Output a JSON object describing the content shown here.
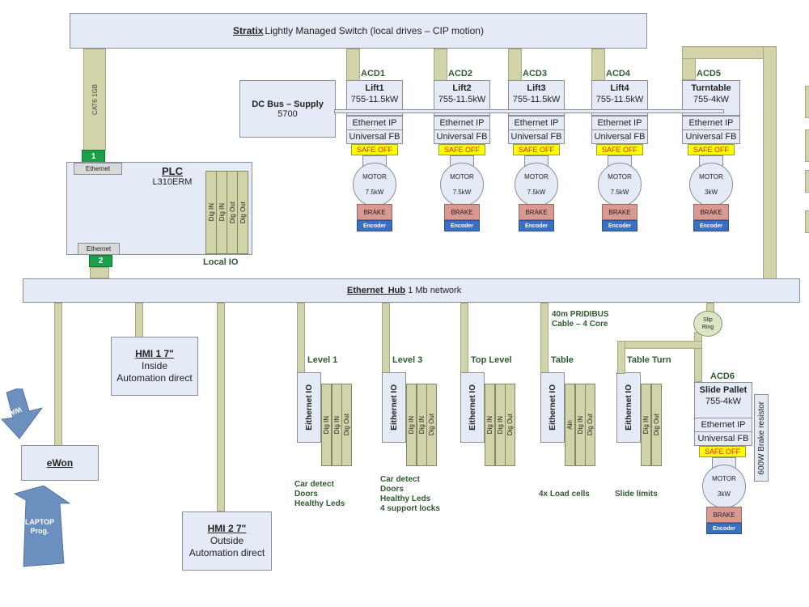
{
  "switch": {
    "name": "Stratix ",
    "desc": "Lightly Managed Switch (local drives – CIP motion)"
  },
  "cat6_label": "CAT6 1GB",
  "dc_bus": {
    "title": "DC Bus – Supply",
    "model": "5700"
  },
  "drives": [
    {
      "id": "ACD1",
      "name": "Lift1",
      "rating": "755-11.5kW",
      "motor": "7.5kW"
    },
    {
      "id": "ACD2",
      "name": "Lift2",
      "rating": "755-11.5kW",
      "motor": "7.5kW"
    },
    {
      "id": "ACD3",
      "name": "Lift3",
      "rating": "755-11.5kW",
      "motor": "7.5kW"
    },
    {
      "id": "ACD4",
      "name": "Lift4",
      "rating": "755-11.5kW",
      "motor": "7.5kW"
    },
    {
      "id": "ACD5",
      "name": "Turntable",
      "rating": "755-4kW",
      "motor": "3kW"
    }
  ],
  "drive_common": {
    "ethernet_ip": "Ethernet IP",
    "universal_fb": "Universal FB",
    "safe_off": "SAFE OFF",
    "motor": "MOTOR",
    "brake": "BRAKE",
    "encoder": "Encoder"
  },
  "acd6": {
    "id": "ACD6",
    "name": "Slide Pallet",
    "rating": "755-4kW",
    "motor": "3kW",
    "resistor": "600W Brake resistor"
  },
  "plc": {
    "title": "PLC",
    "model": "L310ERM",
    "port1": "1",
    "port2": "2",
    "ethernet": "Ethernet",
    "io_cards": [
      "Dig IN",
      "Dig IN",
      "Dig Out",
      "Dig Out"
    ],
    "local_io": "Local IO"
  },
  "hub": {
    "name": "Ethernet  Hub",
    "desc": " 1 Mb network"
  },
  "hmi1": {
    "title": "HMI 1 7\"",
    "location": "Inside",
    "vendor": "Automation direct"
  },
  "hmi2": {
    "title": "HMI 2 7\"",
    "location": "Outside",
    "vendor": "Automation direct"
  },
  "ewon": {
    "title": "eWon"
  },
  "arrows": {
    "wan": "WAN",
    "laptop_line1": "LAPTOP",
    "laptop_line2": "Prog."
  },
  "remote_io": [
    {
      "label": "Level 1",
      "adapter": "Eithernet IO",
      "cards": [
        "Dig IN",
        "Dig IN",
        "Dig Out"
      ],
      "notes": [
        "Car detect",
        "Doors",
        "Healthy Leds"
      ]
    },
    {
      "label": "Level 3",
      "adapter": "Eithernet IO",
      "cards": [
        "Dig IN",
        "Dig IN",
        "Dig Out"
      ],
      "notes": [
        "Car detect",
        "Doors",
        "Healthy Leds",
        "4 support locks"
      ]
    },
    {
      "label": "Top Level",
      "adapter": "Eithernet IO",
      "cards": [
        "Dig IN",
        "Dig IN",
        "Dig Out"
      ],
      "notes": []
    },
    {
      "label": "Table",
      "adapter": "Eithernet IO",
      "cards": [
        "Ain",
        "Dig IN",
        "Dig Out"
      ],
      "notes": [
        "4x Load cells"
      ]
    },
    {
      "label": "Table Turn",
      "adapter": "Eithernet IO",
      "cards": [
        "Dig IN",
        "Dig Out"
      ],
      "notes": [
        "Slide limits"
      ]
    }
  ],
  "profibus_note": [
    "40m PRIDIBUS",
    "Cable – 4 Core"
  ],
  "slip_ring": [
    "Slip",
    "Ring"
  ]
}
